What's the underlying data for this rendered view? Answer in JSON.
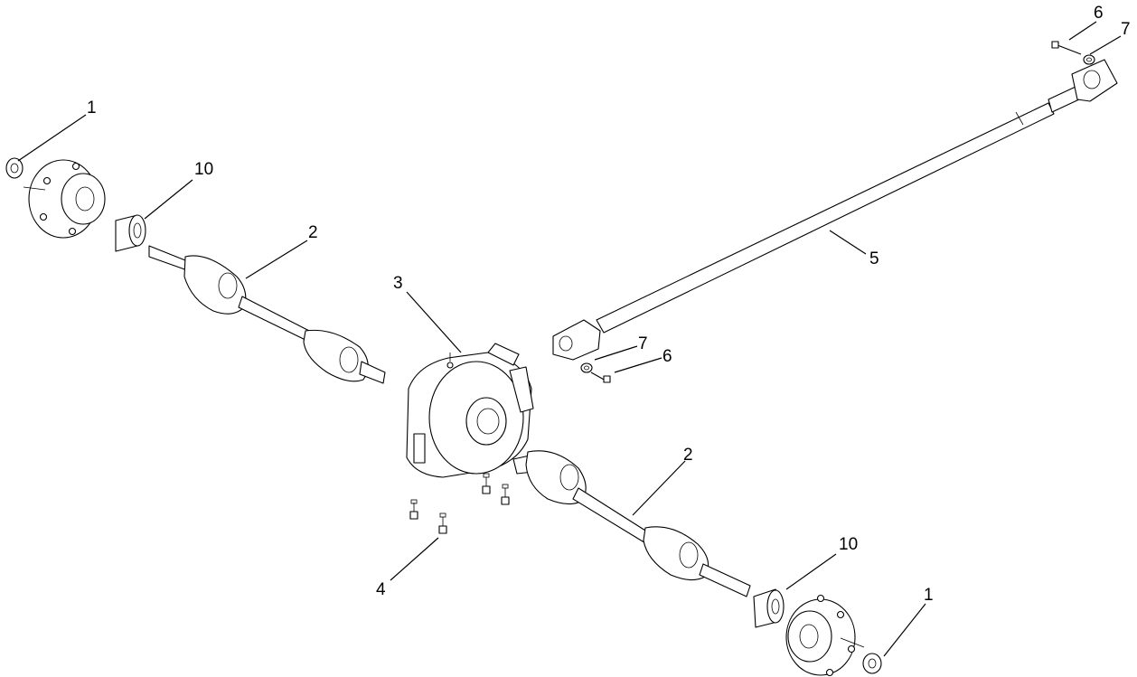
{
  "callouts": {
    "c1a": "1",
    "c10a": "10",
    "c2a": "2",
    "c3": "3",
    "c4": "4",
    "c5": "5",
    "c6a": "6",
    "c7a": "7",
    "c7b": "7",
    "c6b": "6",
    "c2b": "2",
    "c10b": "10",
    "c1b": "1"
  }
}
